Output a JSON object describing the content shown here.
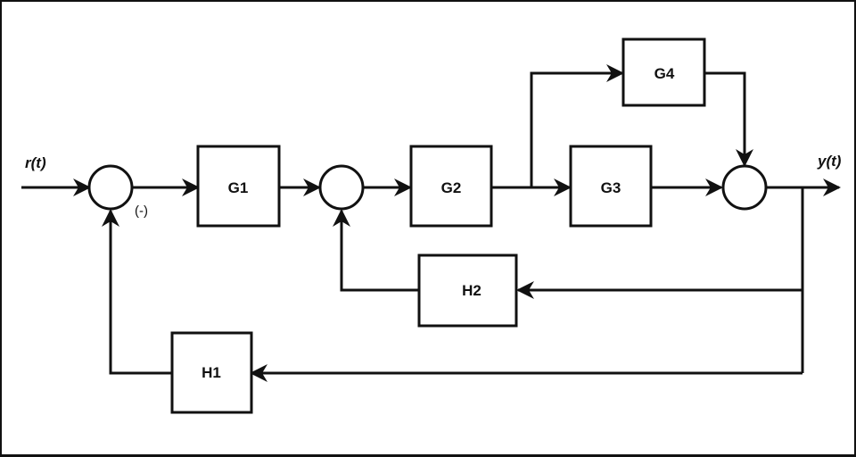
{
  "diagram": {
    "type": "control-system-block-diagram",
    "input_signal": "r(t)",
    "output_signal": "y(t)",
    "summing_junction_sign": "(-)",
    "blocks": {
      "G1": "G1",
      "G2": "G2",
      "G3": "G3",
      "G4": "G4",
      "H1": "H1",
      "H2": "H2"
    },
    "summing_junctions": [
      "sum1",
      "sum2",
      "sum3"
    ],
    "connections": [
      {
        "from": "r(t)",
        "to": "sum1"
      },
      {
        "from": "sum1",
        "to": "G1"
      },
      {
        "from": "G1",
        "to": "sum2"
      },
      {
        "from": "sum2",
        "to": "G2"
      },
      {
        "from": "G2",
        "to": "G3"
      },
      {
        "from": "G2",
        "to": "G4"
      },
      {
        "from": "G3",
        "to": "sum3"
      },
      {
        "from": "G4",
        "to": "sum3"
      },
      {
        "from": "sum3",
        "to": "y(t)"
      },
      {
        "from": "y(t)",
        "to": "H2"
      },
      {
        "from": "H2",
        "to": "sum2"
      },
      {
        "from": "y(t)",
        "to": "H1"
      },
      {
        "from": "H1",
        "to": "sum1",
        "sign": "(-)"
      }
    ]
  }
}
